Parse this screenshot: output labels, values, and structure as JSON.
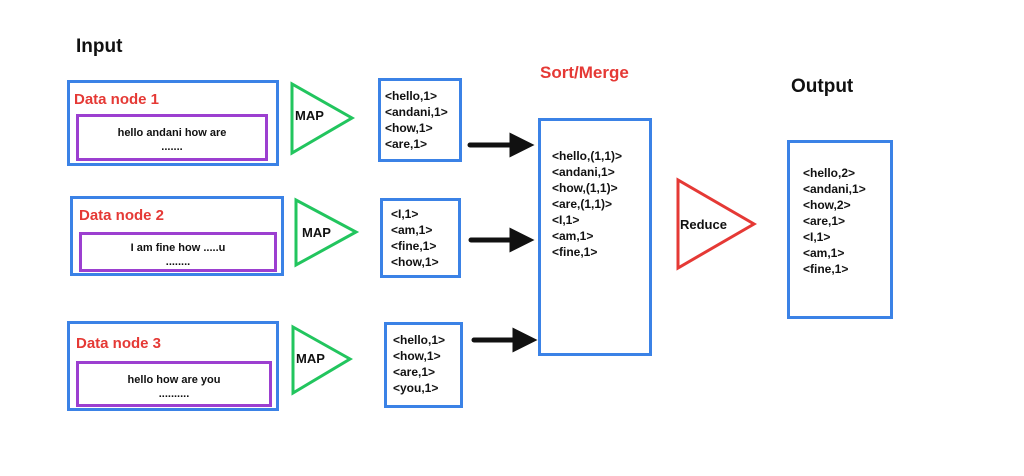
{
  "headings": {
    "input": "Input",
    "sort_merge": "Sort/Merge",
    "output": "Output"
  },
  "nodes": [
    {
      "label": "Data node 1",
      "text": "hello andani how are",
      "dots": "......."
    },
    {
      "label": "Data node 2",
      "text": "I am fine how .....u",
      "dots": "........"
    },
    {
      "label": "Data node 3",
      "text": "hello how are you",
      "dots": ".........."
    }
  ],
  "map_label": "MAP",
  "mapped": [
    [
      "<hello,1>",
      "<andani,1>",
      "<how,1>",
      "<are,1>"
    ],
    [
      "<I,1>",
      "<am,1>",
      "<fine,1>",
      "<how,1>"
    ],
    [
      "<hello,1>",
      "<how,1>",
      "<are,1>",
      "<you,1>"
    ]
  ],
  "merged": [
    "<hello,(1,1)>",
    "<andani,1>",
    "<how,(1,1)>",
    "<are,(1,1)>",
    "<I,1>",
    "<am,1>",
    "<fine,1>"
  ],
  "reduce_label": "Reduce",
  "output": [
    "<hello,2>",
    "<andani,1>",
    "<how,2>",
    "<are,1>",
    "<I,1>",
    "<am,1>",
    "<fine,1>"
  ],
  "colors": {
    "blue": "#3b82e6",
    "purple": "#9c3fd0",
    "green": "#22c55e",
    "red": "#e53935",
    "arrow": "#111111"
  }
}
